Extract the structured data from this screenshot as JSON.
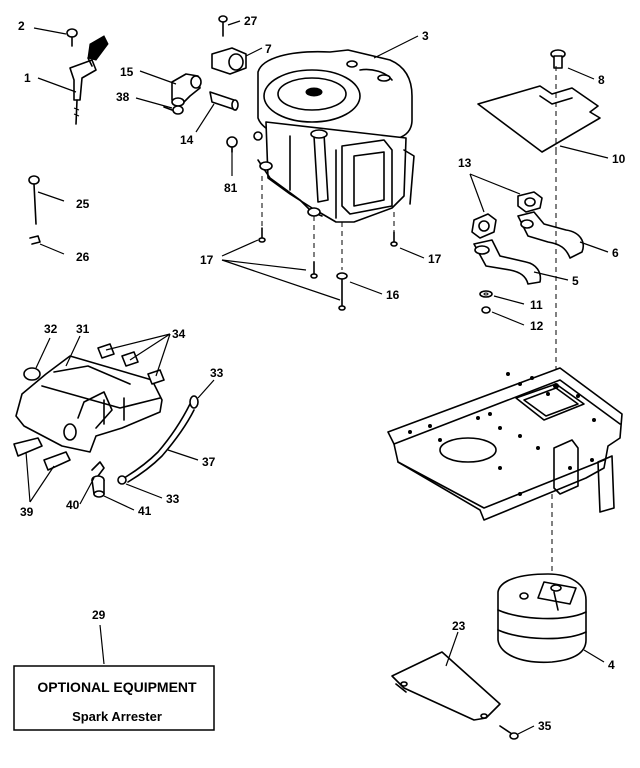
{
  "callouts": {
    "c1": "1",
    "c2": "2",
    "c3": "3",
    "c4": "4",
    "c6": "6",
    "c5": "5",
    "c7": "7",
    "c8": "8",
    "c10": "10",
    "c11": "11",
    "c12": "12",
    "c13": "13",
    "c14": "14",
    "c15": "15",
    "c16": "16",
    "c17a": "17",
    "c17b": "17",
    "c23": "23",
    "c25": "25",
    "c26": "26",
    "c27": "27",
    "c29": "29",
    "c31": "31",
    "c32": "32",
    "c33a": "33",
    "c33b": "33",
    "c34": "34",
    "c35": "35",
    "c37": "37",
    "c38": "38",
    "c39": "39",
    "c40": "40",
    "c41": "41",
    "c81": "81"
  },
  "optional_box": {
    "title": "OPTIONAL EQUIPMENT",
    "subtitle": "Spark Arrester"
  }
}
